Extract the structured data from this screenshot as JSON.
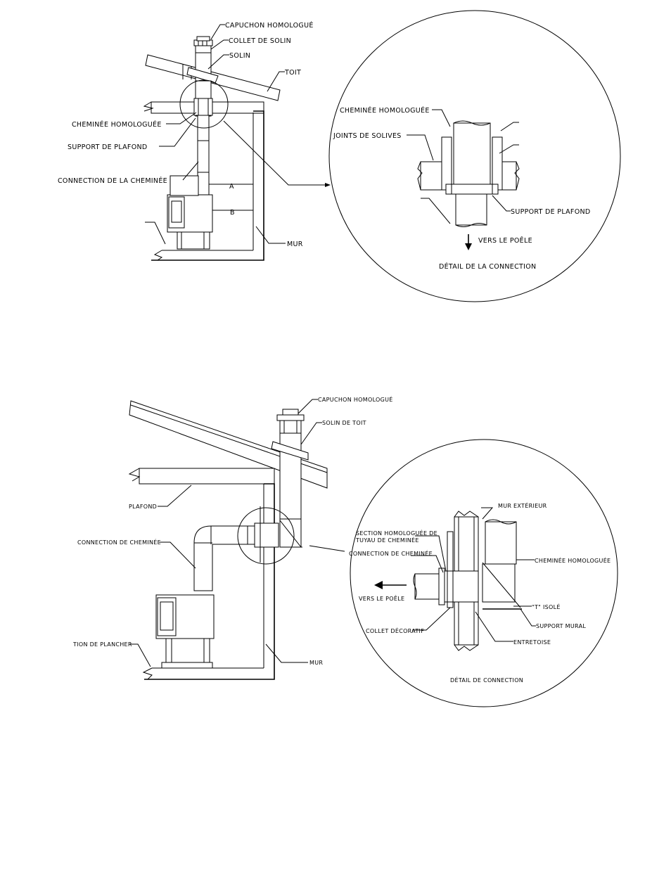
{
  "top_diagram": {
    "labels": {
      "cap": "CAPUCHON HOMOLOGUÉ",
      "collar": "COLLET DE SOLIN",
      "flashing": "SOLIN",
      "roof": "TOIT",
      "chimney": "CHEMINÉE HOMOLOGUÉE",
      "ceiling_support": "SUPPORT DE PLAFOND",
      "connector": "CONNECTION DE LA CHEMINÉE",
      "dim_a": "A",
      "dim_b": "B",
      "wall": "MUR"
    },
    "detail": {
      "chimney": "CHEMINÉE HOMOLOGUÉE",
      "joists": "JOINTS DE SOLIVES",
      "ceiling_support": "SUPPORT DE PLAFOND",
      "to_stove": "VERS LE POÊLE",
      "title": "DÉTAIL DE LA CONNECTION"
    }
  },
  "bottom_diagram": {
    "labels": {
      "cap": "CAPUCHON HOMOLOGUÉ",
      "roof_flashing": "SOLIN DE TOIT",
      "ceiling": "PLAFOND",
      "connector": "CONNECTION DE CHEMINÉE",
      "floor": "TION DE PLANCHER",
      "wall": "MUR"
    },
    "detail": {
      "exterior_wall": "MUR EXTÉRIEUR",
      "section_line1": "SECTION HOMOLOGUÉE DE",
      "section_line2": "TUYAU DE CHEMINÉE",
      "connector": "CONNECTION DE CHEMINÉE",
      "to_stove": "VERS LE POÊLE",
      "chimney": "CHEMINÉE HOMOLOGUÉE",
      "insulated_tee": "\"T\" ISOLÉ",
      "wall_support": "SUPPORT MURAL",
      "decorative_collar": "COLLET DÉCORATIF",
      "spacer": "ENTRETOISE",
      "title": "DÉTAIL DE CONNECTION"
    }
  }
}
